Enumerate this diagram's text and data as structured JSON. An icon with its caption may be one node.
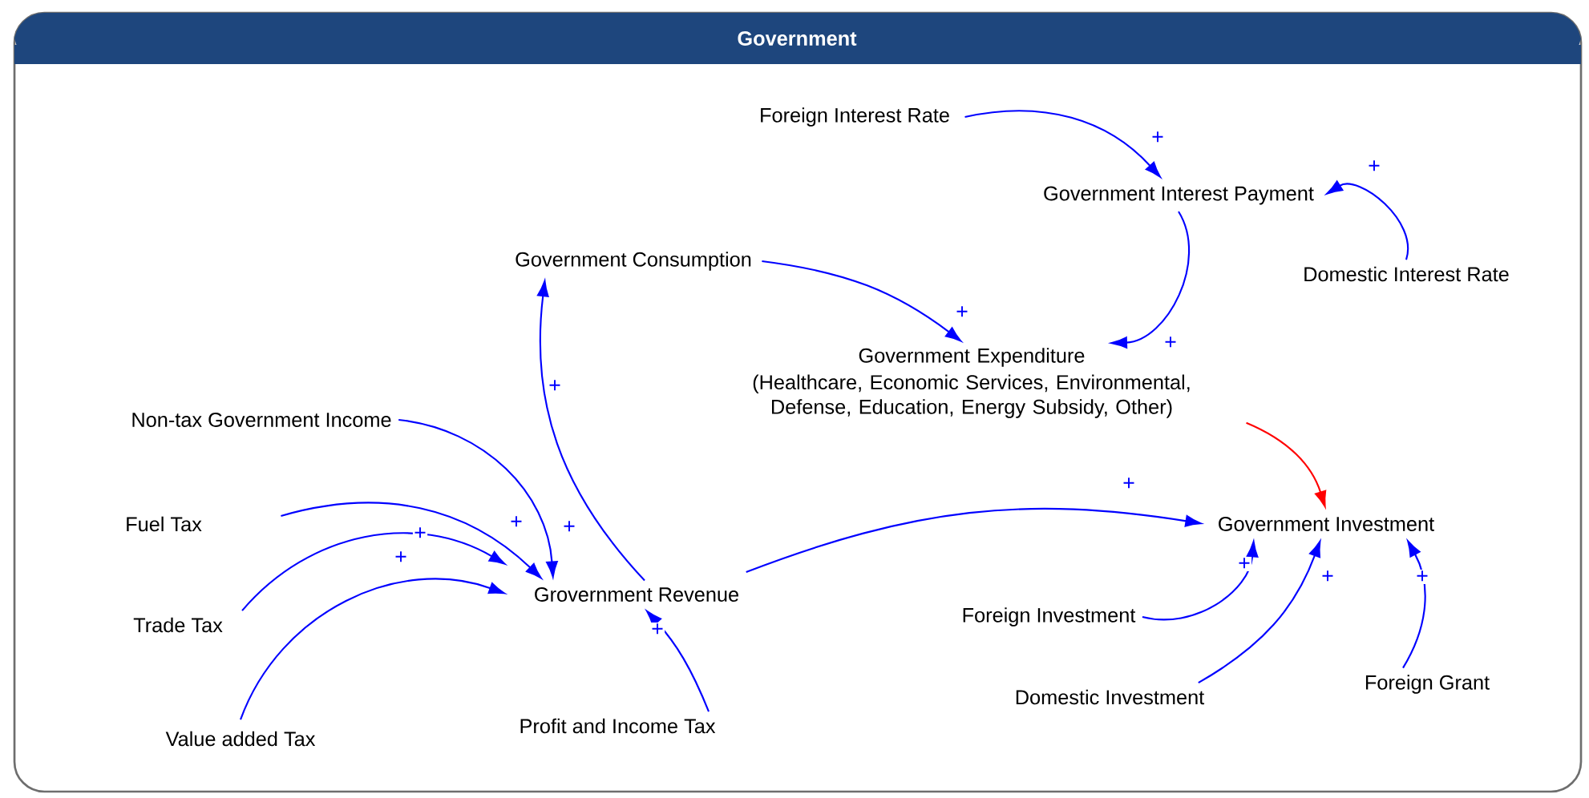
{
  "diagram": {
    "title": "Government",
    "nodes": [
      {
        "text": [
          "Foreign Interest Rate"
        ]
      },
      {
        "text": [
          "Government Interest Payment"
        ]
      },
      {
        "text": [
          "Domestic Interest Rate"
        ]
      },
      {
        "text": [
          "Government Consumption"
        ]
      },
      {
        "text": [
          "Government Expenditure",
          "(Healthcare, Economic Services, Environmental, Defense, Education, Energy Subsidy, Other)"
        ]
      },
      {
        "text": [
          "Non-tax Government Income"
        ]
      },
      {
        "text": [
          "Fuel Tax"
        ]
      },
      {
        "text": [
          "Grovernment Revenue"
        ]
      },
      {
        "text": [
          "Government Investment"
        ]
      },
      {
        "text": [
          "Trade Tax"
        ]
      },
      {
        "text": [
          "Foreign Investment"
        ]
      },
      {
        "text": [
          "Value added Tax"
        ]
      },
      {
        "text": [
          "Profit and Income Tax"
        ]
      },
      {
        "text": [
          "Domestic Investment"
        ]
      },
      {
        "text": [
          "Foreign Grant"
        ]
      }
    ],
    "edges": [
      {
        "from": 0,
        "to": 1,
        "arrow": "to",
        "label": "+"
      },
      {
        "from": 2,
        "to": 1,
        "arrow": "to",
        "label": "+"
      },
      {
        "from": 1,
        "to": 4,
        "arrow": "to",
        "label": "+"
      },
      {
        "from": 3,
        "to": 4,
        "arrow": "to",
        "label": "+"
      },
      {
        "from": 7,
        "to": 3,
        "arrow": "to",
        "label": "+"
      },
      {
        "from": 5,
        "to": 7,
        "arrow": "to",
        "label": "+"
      },
      {
        "from": 6,
        "to": 7,
        "arrow": "to",
        "label": "+"
      },
      {
        "from": 9,
        "to": 7,
        "arrow": "to",
        "label": "+"
      },
      {
        "from": 11,
        "to": 7,
        "arrow": "to",
        "label": "+"
      },
      {
        "from": 12,
        "to": 7,
        "arrow": "to",
        "label": "+"
      },
      {
        "from": 7,
        "to": 8,
        "arrow": "to",
        "label": "+"
      },
      {
        "from": 4,
        "to": 8,
        "arrow": "to",
        "color": "#ff0000"
      },
      {
        "from": 10,
        "to": 8,
        "arrow": "to",
        "label": "+"
      },
      {
        "from": 13,
        "to": 8,
        "arrow": "to",
        "label": "+"
      },
      {
        "from": 14,
        "to": 8,
        "arrow": "to",
        "label": "+"
      }
    ]
  }
}
